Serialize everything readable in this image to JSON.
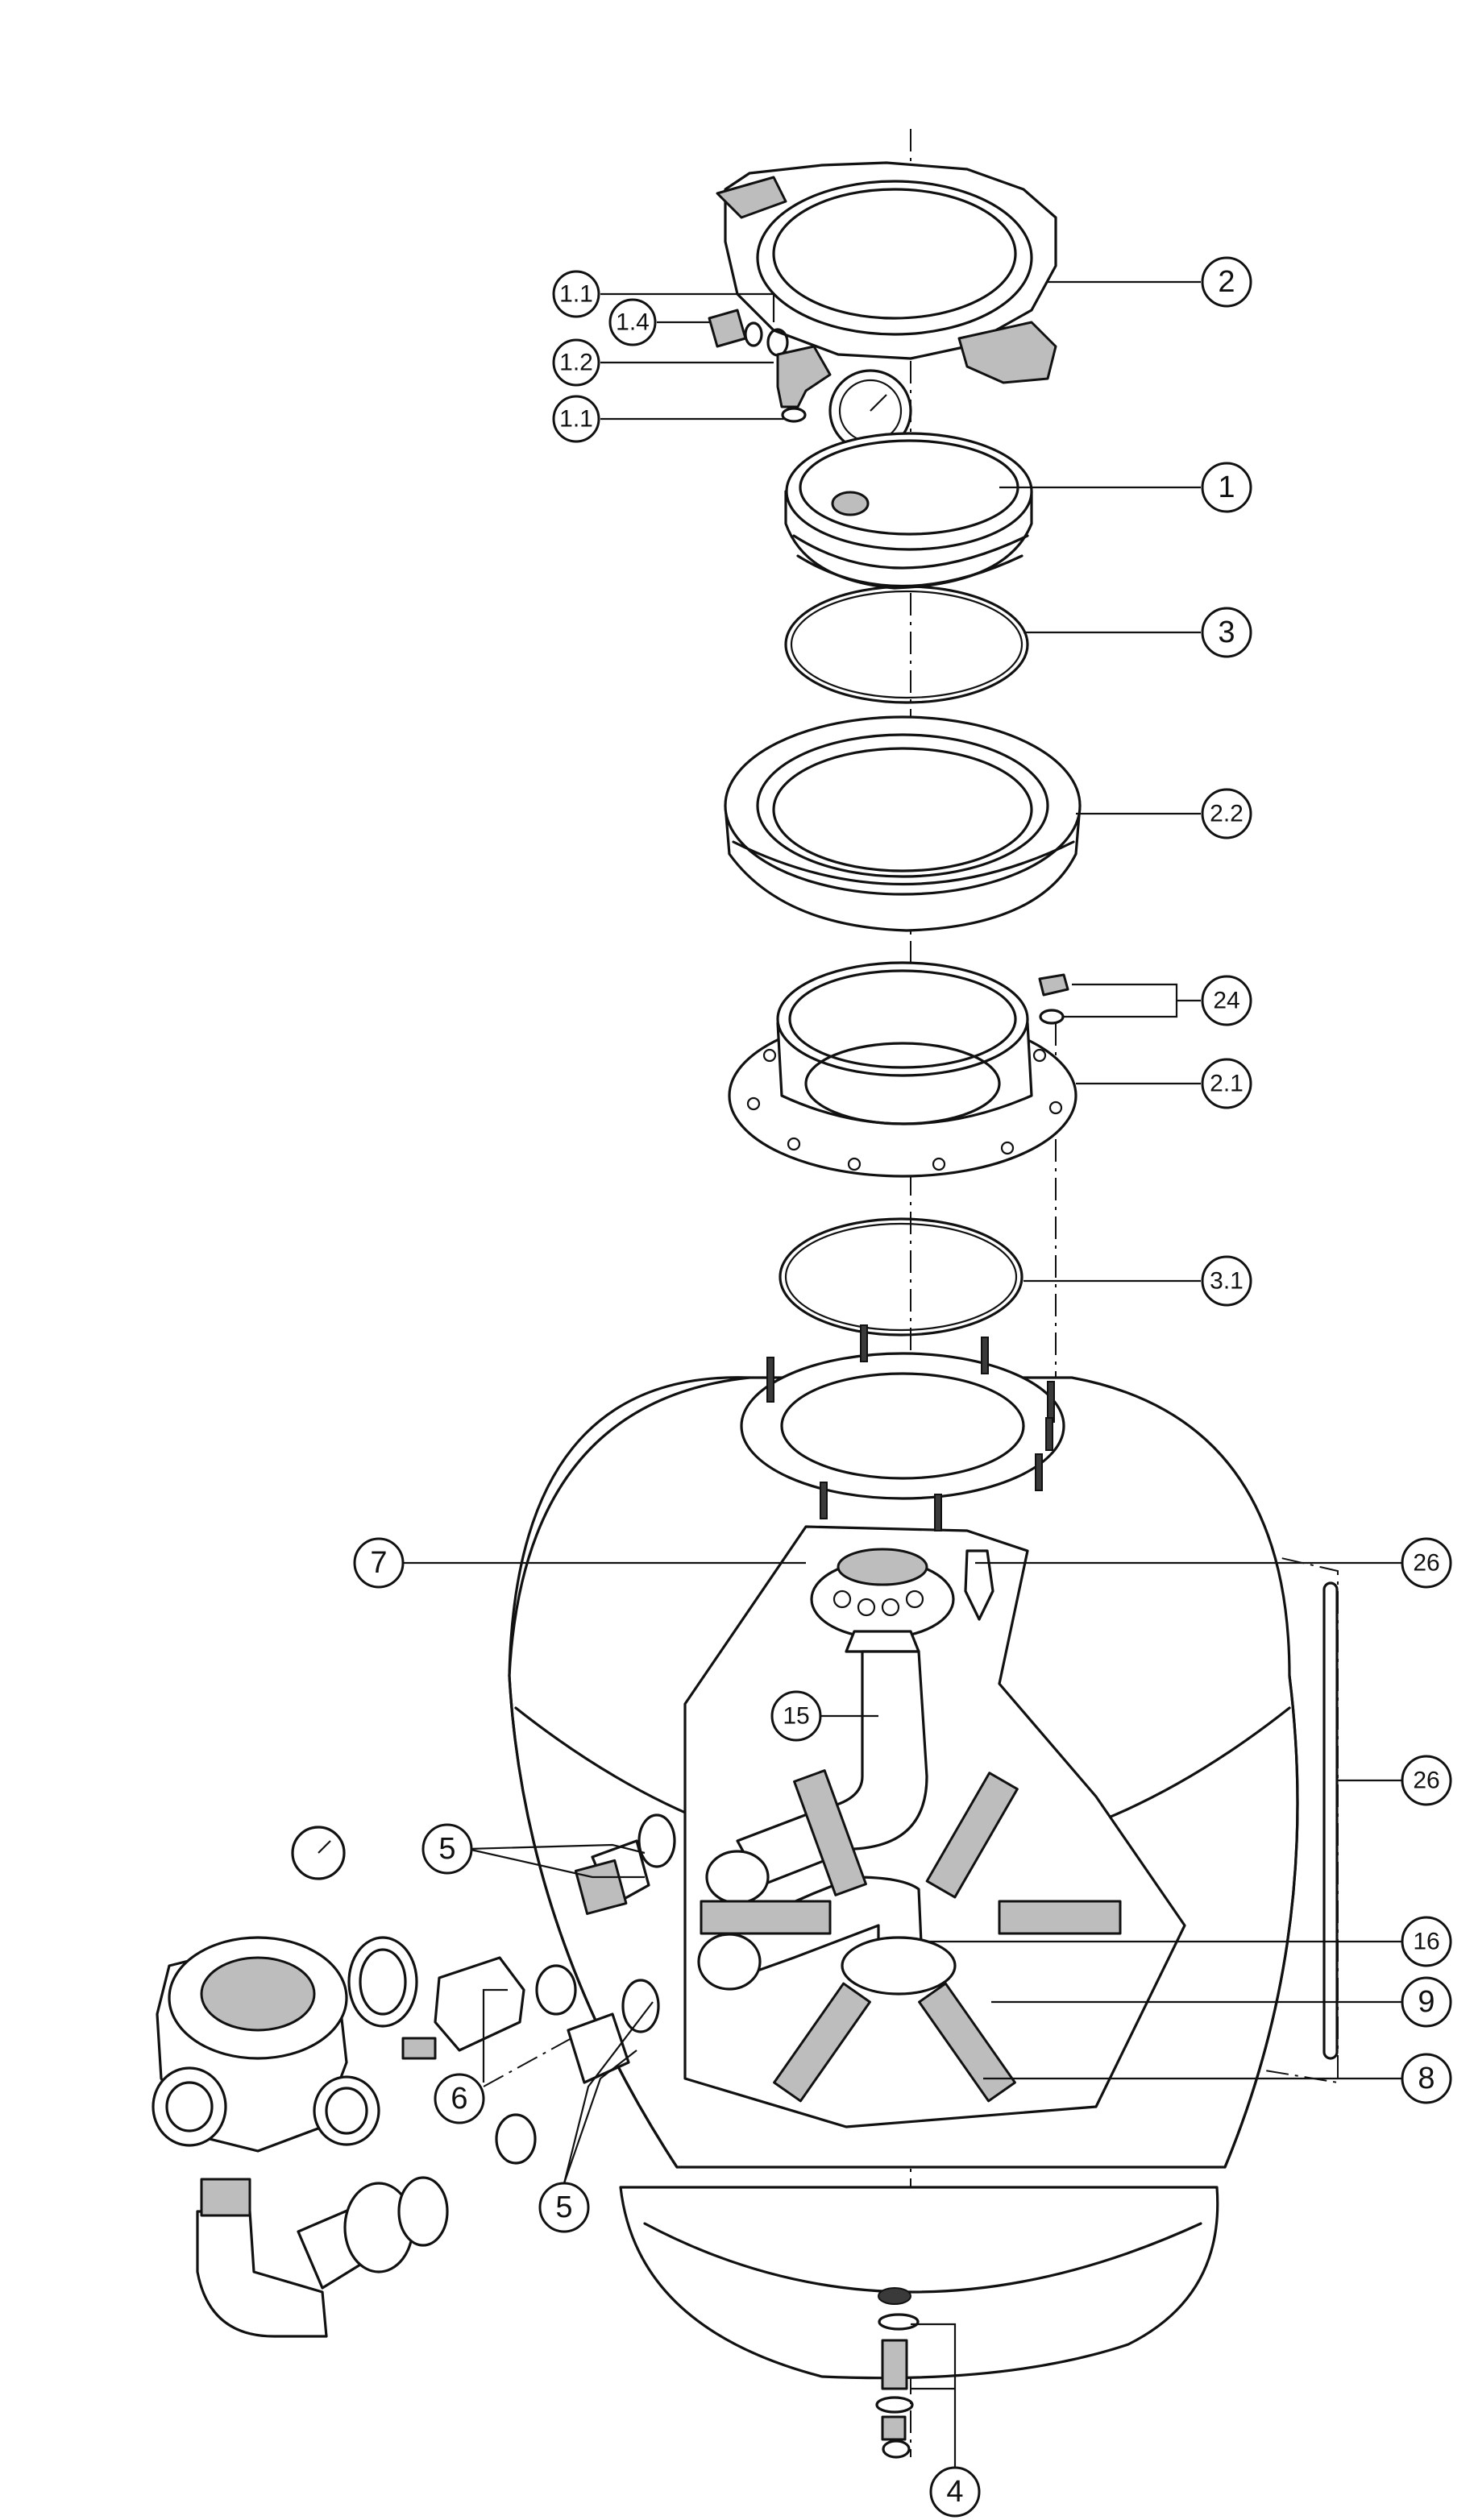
{
  "callouts": [
    {
      "id": "c-1-1-top",
      "label": "1.1"
    },
    {
      "id": "c-1-4",
      "label": "1.4"
    },
    {
      "id": "c-1-2",
      "label": "1.2"
    },
    {
      "id": "c-1-1-bottom",
      "label": "1.1"
    },
    {
      "id": "c-2",
      "label": "2"
    },
    {
      "id": "c-1",
      "label": "1"
    },
    {
      "id": "c-3",
      "label": "3"
    },
    {
      "id": "c-2-2",
      "label": "2.2"
    },
    {
      "id": "c-24",
      "label": "24"
    },
    {
      "id": "c-2-1",
      "label": "2.1"
    },
    {
      "id": "c-3-1",
      "label": "3.1"
    },
    {
      "id": "c-7",
      "label": "7"
    },
    {
      "id": "c-26-top",
      "label": "26"
    },
    {
      "id": "c-15",
      "label": "15"
    },
    {
      "id": "c-26-right",
      "label": "26"
    },
    {
      "id": "c-5-top",
      "label": "5"
    },
    {
      "id": "c-16",
      "label": "16"
    },
    {
      "id": "c-9",
      "label": "9"
    },
    {
      "id": "c-6",
      "label": "6"
    },
    {
      "id": "c-8",
      "label": "8"
    },
    {
      "id": "c-5-bottom",
      "label": "5"
    },
    {
      "id": "c-4",
      "label": "4"
    }
  ]
}
